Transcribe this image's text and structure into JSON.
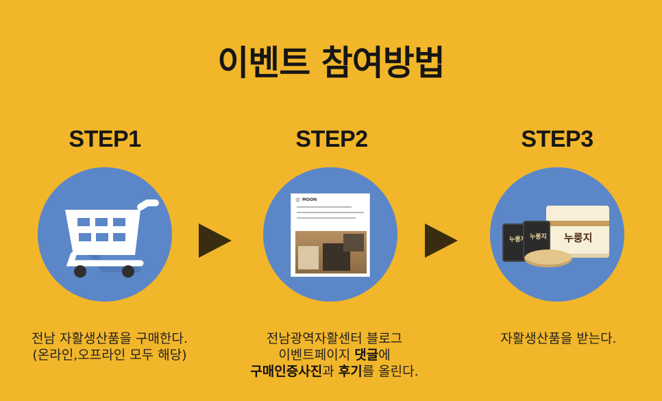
{
  "title": "이벤트 참여방법",
  "steps": [
    {
      "label": "STEP1",
      "icon": "shopping-cart-icon",
      "desc_line1": "전남 자활생산품을 구매한다.",
      "desc_line2": "(온라인,오프라인 모두 해당)"
    },
    {
      "label": "STEP2",
      "icon": "blog-comment-screenshot",
      "card_name": "MOON",
      "desc_line1": "전남광역자활센터 블로그",
      "desc_line2a": "이벤트페이지 ",
      "desc_line2b": "댓글",
      "desc_line2c": "에",
      "desc_line3a": "구매인증사진",
      "desc_line3b": "과 ",
      "desc_line3c": "후기",
      "desc_line3d": "를 올린다."
    },
    {
      "label": "STEP3",
      "icon": "product-gift-image",
      "product_text": "누룽지",
      "desc_line1": "자활생산품을 받는다."
    }
  ],
  "colors": {
    "background": "#F2B62A",
    "circle": "#5B87C8",
    "arrow": "#3A2C10"
  }
}
